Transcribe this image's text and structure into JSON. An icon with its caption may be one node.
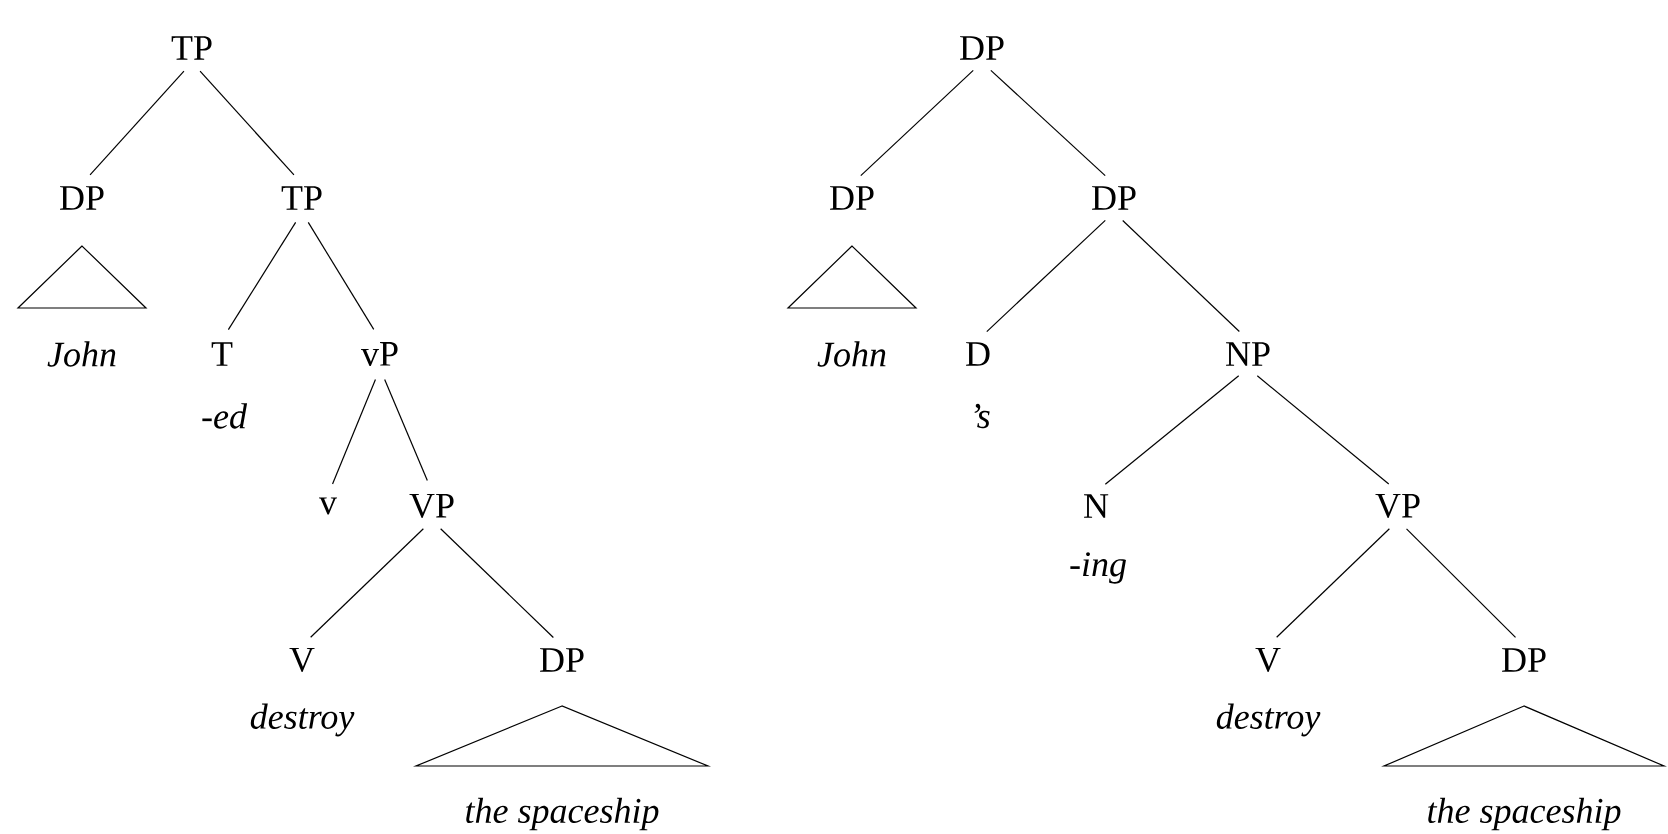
{
  "diagram": {
    "nodes": [
      {
        "text": [
          "TP"
        ]
      },
      {
        "text": [
          "DP",
          "John"
        ]
      },
      {
        "text": [
          "TP"
        ]
      },
      {
        "text": [
          "T",
          "-ed"
        ]
      },
      {
        "text": [
          "vP"
        ]
      },
      {
        "text": [
          "v"
        ]
      },
      {
        "text": [
          "VP"
        ]
      },
      {
        "text": [
          "V",
          "destroy"
        ]
      },
      {
        "text": [
          "DP",
          "the spaceship"
        ]
      },
      {
        "text": [
          "DP"
        ]
      },
      {
        "text": [
          "DP",
          "John"
        ]
      },
      {
        "text": [
          "DP"
        ]
      },
      {
        "text": [
          "D",
          "’s"
        ]
      },
      {
        "text": [
          "NP"
        ]
      },
      {
        "text": [
          "N",
          "-ing"
        ]
      },
      {
        "text": [
          "VP"
        ]
      },
      {
        "text": [
          "V",
          "destroy"
        ]
      },
      {
        "text": [
          "DP",
          "the spaceship"
        ]
      }
    ],
    "edges": [
      {
        "from": 0,
        "to": 1,
        "arrow": "none"
      },
      {
        "from": 0,
        "to": 2,
        "arrow": "none"
      },
      {
        "from": 2,
        "to": 3,
        "arrow": "none"
      },
      {
        "from": 2,
        "to": 4,
        "arrow": "none"
      },
      {
        "from": 4,
        "to": 5,
        "arrow": "none"
      },
      {
        "from": 4,
        "to": 6,
        "arrow": "none"
      },
      {
        "from": 6,
        "to": 7,
        "arrow": "none"
      },
      {
        "from": 6,
        "to": 8,
        "arrow": "none"
      },
      {
        "from": 9,
        "to": 10,
        "arrow": "none"
      },
      {
        "from": 9,
        "to": 11,
        "arrow": "none"
      },
      {
        "from": 11,
        "to": 12,
        "arrow": "none"
      },
      {
        "from": 11,
        "to": 13,
        "arrow": "none"
      },
      {
        "from": 13,
        "to": 14,
        "arrow": "none"
      },
      {
        "from": 13,
        "to": 15,
        "arrow": "none"
      },
      {
        "from": 15,
        "to": 16,
        "arrow": "none"
      },
      {
        "from": 15,
        "to": 17,
        "arrow": "none"
      }
    ]
  }
}
